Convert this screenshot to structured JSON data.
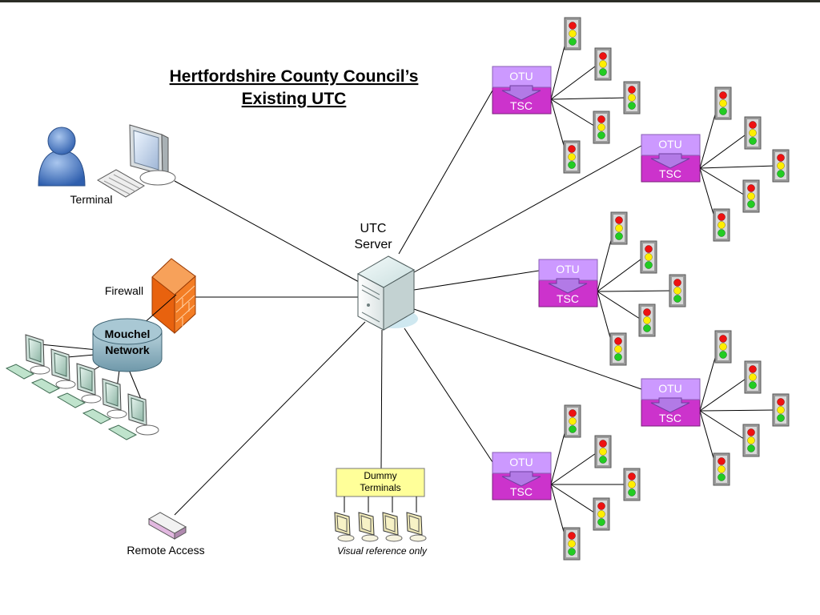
{
  "title": {
    "line1": "Hertfordshire County Council’s",
    "line2": "Existing UTC"
  },
  "server": {
    "line1": "UTC",
    "line2": "Server"
  },
  "labels": {
    "terminal": "Terminal",
    "firewall": "Firewall",
    "network_line1": "Mouchel",
    "network_line2": "Network",
    "remote_access": "Remote Access",
    "dummy_line1": "Dummy",
    "dummy_line2": "Terminals",
    "visual_reference": "Visual reference only"
  },
  "units": {
    "otu_label": "OTU",
    "tsc_label": "TSC"
  },
  "colors": {
    "otu_fill": "#cc99ff",
    "tsc_fill": "#cc33cc",
    "dummy_box": "#ffff99",
    "network_fill": "#8fb5c4",
    "firewall": "#f07a1e",
    "signal_red": "#ee1111",
    "signal_amber": "#ffee00",
    "signal_green": "#22cc22"
  }
}
